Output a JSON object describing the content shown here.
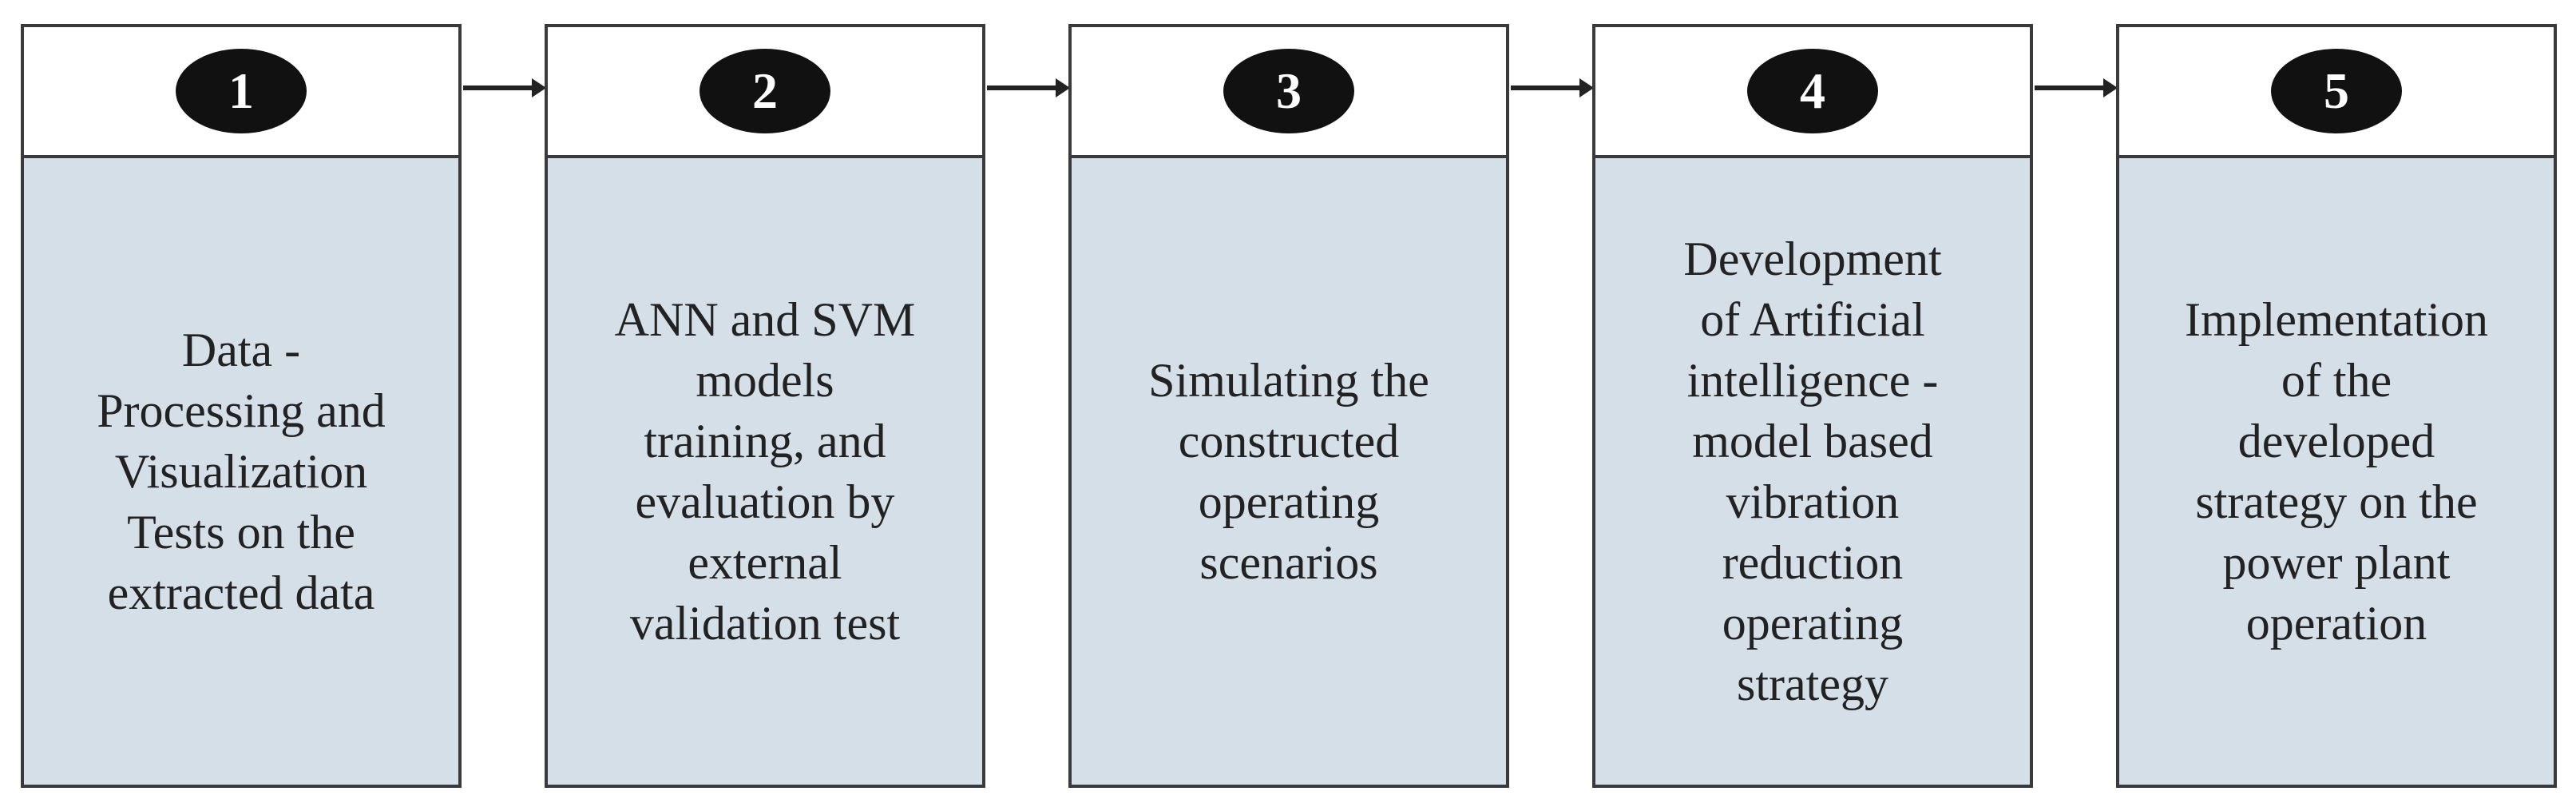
{
  "steps": [
    {
      "number": "1",
      "text": "Data -\nProcessing and\nVisualization\nTests on the\nextracted data"
    },
    {
      "number": "2",
      "text": "ANN and SVM\nmodels\ntraining, and\nevaluation by\nexternal\nvalidation test"
    },
    {
      "number": "3",
      "text": "Simulating the\nconstructed\noperating\nscenarios"
    },
    {
      "number": "4",
      "text": "Development\nof Artificial\nintelligence -\nmodel based\nvibration\nreduction\noperating\nstrategy"
    },
    {
      "number": "5",
      "text": "Implementation\nof the\ndeveloped\nstrategy on the\npower plant\noperation"
    }
  ]
}
